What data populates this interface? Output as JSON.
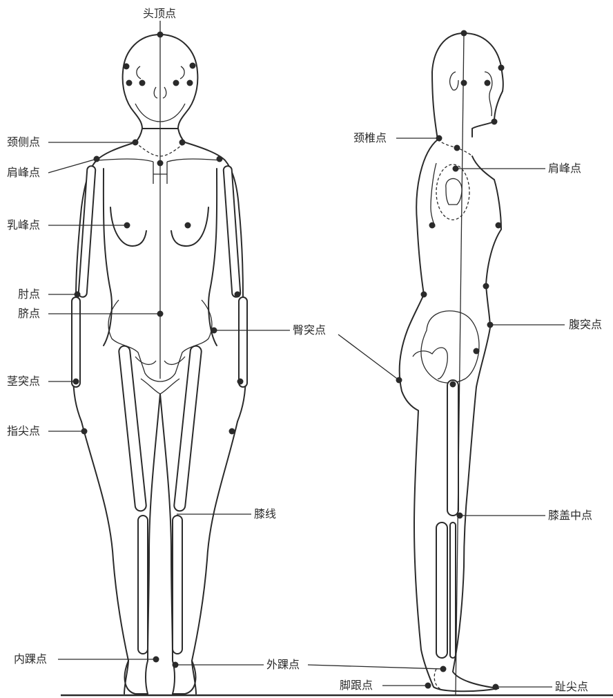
{
  "labels": {
    "head_top": "头顶点",
    "neck_side": "颈侧点",
    "shoulder_front": "肩峰点",
    "bust": "乳峰点",
    "elbow": "肘点",
    "navel": "脐点",
    "wrist": "茎突点",
    "fingertip": "指尖点",
    "buttock": "臀突点",
    "knee_line": "膝线",
    "inner_ankle": "内踝点",
    "outer_ankle": "外踝点",
    "cervical": "颈椎点",
    "shoulder_side": "肩峰点",
    "abdomen": "腹突点",
    "kneecap": "膝盖中点",
    "heel": "脚跟点",
    "toe": "趾尖点"
  },
  "colors": {
    "ink": "#2a2a2a",
    "background": "#ffffff"
  }
}
